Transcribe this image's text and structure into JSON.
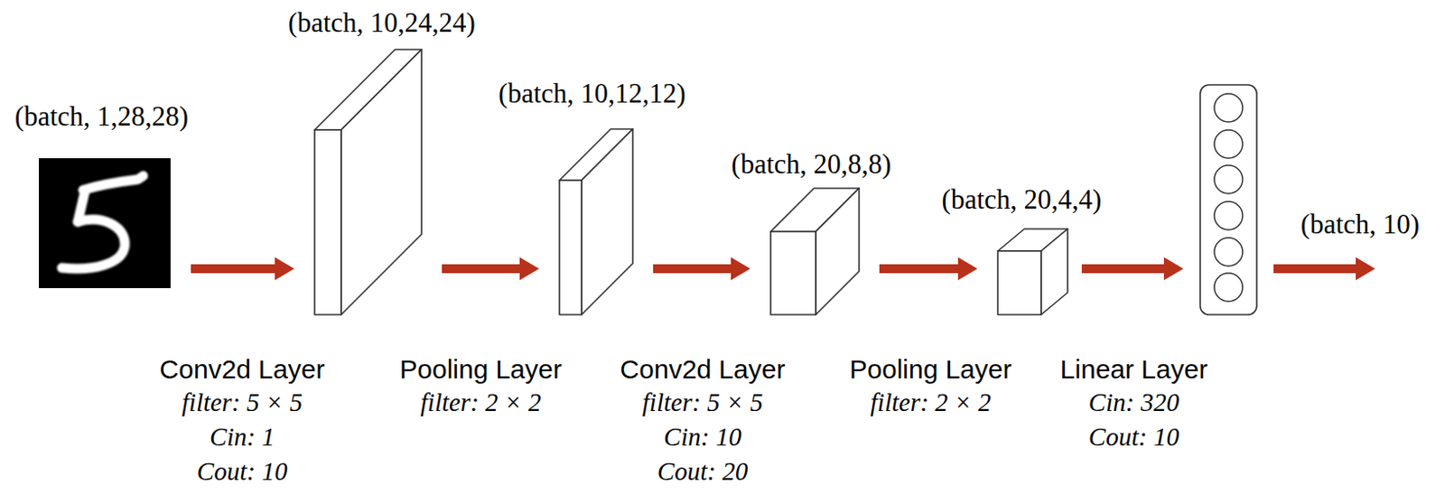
{
  "diagram": {
    "nodes": [
      {
        "text": [
          "(batch, 1,28,28)"
        ]
      },
      {
        "text": [
          "(batch, 10,24,24)"
        ]
      },
      {
        "text": [
          "(batch, 10,12,12)"
        ]
      },
      {
        "text": [
          "(batch, 20,8,8)"
        ]
      },
      {
        "text": [
          "(batch, 20,4,4)"
        ]
      }
    ],
    "edges": [
      {
        "from": 0,
        "to": 1,
        "arrow": "to"
      },
      {
        "from": 1,
        "to": 2,
        "arrow": "to"
      },
      {
        "from": 2,
        "to": 3,
        "arrow": "to"
      },
      {
        "from": 3,
        "to": 4,
        "arrow": "to"
      }
    ],
    "labels": [
      "Conv2d Layer",
      "filter: 5 × 5",
      "Cin: 1",
      "Cout: 10",
      "Pooling Layer",
      "filter: 2 × 2",
      "Conv2d Layer",
      "filter: 5 × 5",
      "Cin: 10",
      "Cout: 20",
      "Pooling Layer",
      "filter: 2 × 2",
      "Linear Layer",
      "Cin: 320",
      "Cout: 10",
      "(batch, 10)"
    ]
  }
}
